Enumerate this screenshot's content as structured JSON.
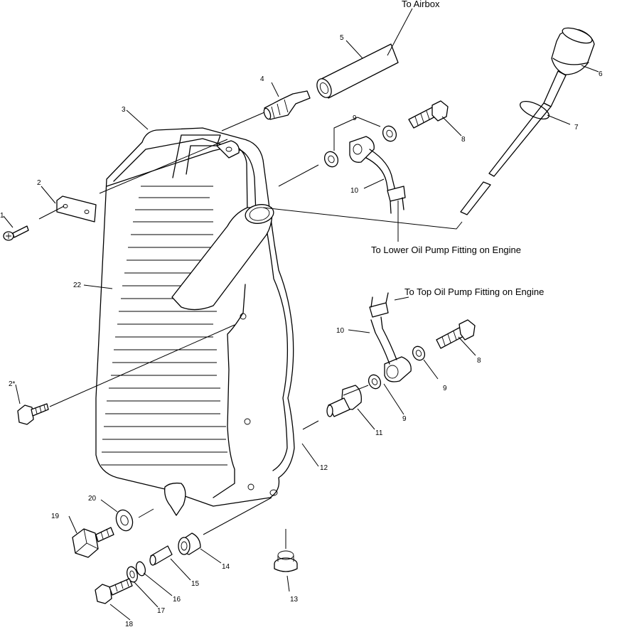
{
  "callouts": {
    "c1": "1",
    "c2": "2",
    "c2s": "2*",
    "c3": "3",
    "c4": "4",
    "c5": "5",
    "c6": "6",
    "c7": "7",
    "c8a": "8",
    "c8b": "8",
    "c9a": "9",
    "c9b": "9",
    "c9c": "9",
    "c10a": "10",
    "c10b": "10",
    "c11": "11",
    "c12": "12",
    "c13": "13",
    "c14": "14",
    "c15": "15",
    "c16": "16",
    "c17": "17",
    "c18": "18",
    "c19": "19",
    "c20": "20",
    "c22": "22"
  },
  "notes": {
    "airbox": "To Airbox",
    "lower_pump": "To Lower Oil Pump Fitting on Engine",
    "top_pump": "To Top Oil Pump Fitting on Engine"
  }
}
